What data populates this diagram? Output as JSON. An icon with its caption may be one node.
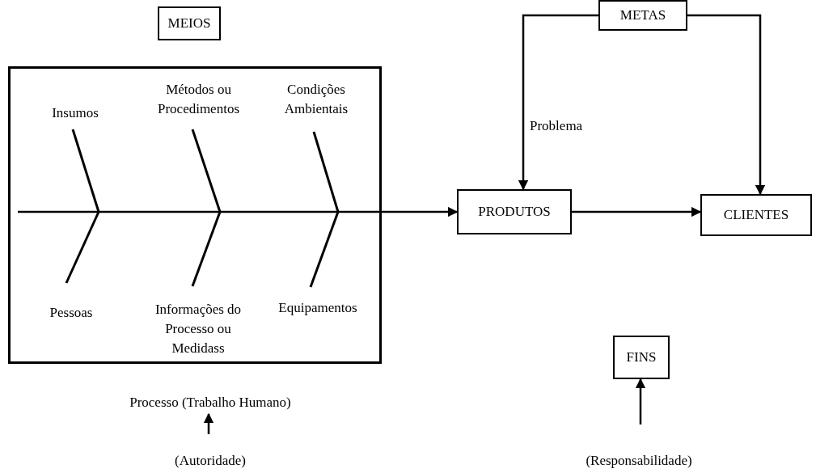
{
  "diagram": {
    "nodes": [
      {
        "text": [
          "MEIOS"
        ]
      },
      {
        "text": [],
        "shape": "box"
      },
      {
        "text": [
          "Insumos"
        ],
        "in": 1
      },
      {
        "text": [
          "Métodos ou Procedimentos"
        ],
        "in": 1
      },
      {
        "text": [
          "Condições Ambientais"
        ],
        "in": 1
      },
      {
        "text": [
          "Pessoas"
        ],
        "in": 1
      },
      {
        "text": [
          "Informações do Processo ou Medidass"
        ],
        "in": 1
      },
      {
        "text": [
          "Equipamentos"
        ],
        "in": 1
      },
      {
        "text": [
          "METAS"
        ]
      },
      {
        "text": [
          "PRODUTOS"
        ]
      },
      {
        "text": [
          "CLIENTES"
        ]
      },
      {
        "text": [
          "Processo (Trabalho Humano)"
        ]
      },
      {
        "text": [
          "(Autoridade)"
        ]
      },
      {
        "text": [
          "FINS"
        ]
      },
      {
        "text": [
          "(Responsabilidade)"
        ]
      }
    ],
    "edges": [
      {
        "from": 1,
        "to": 9,
        "arrow": "to"
      },
      {
        "from": 9,
        "to": 10,
        "arrow": "to"
      },
      {
        "from": 8,
        "to": 9,
        "arrow": "to",
        "label": "Problema"
      },
      {
        "from": 8,
        "to": 10,
        "arrow": "to"
      },
      {
        "from": 12,
        "to": 11,
        "arrow": "to"
      },
      {
        "from": 14,
        "to": 13,
        "arrow": "to"
      }
    ]
  }
}
